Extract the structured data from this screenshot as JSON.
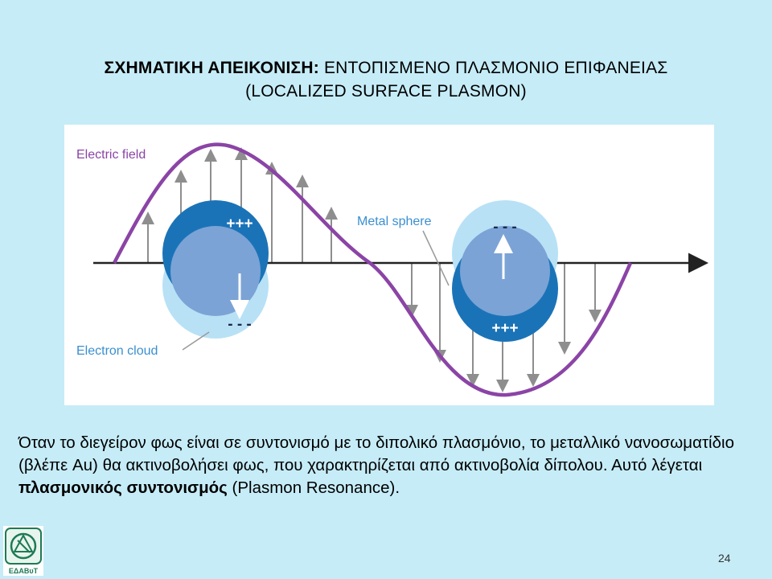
{
  "title": {
    "bold": "ΣΧΗΜΑΤΙΚΗ ΑΠΕΙΚΟΝΙΣΗ:",
    "rest": " ΕΝΤΟΠΙΣΜΕΝΟ ΠΛΑΣΜΟΝΙΟ ΕΠΙΦΑΝΕΙΑΣ",
    "line2": "(LOCALIZED SURFACE PLASMON)"
  },
  "diagram": {
    "labels": {
      "electric_field": "Electric field",
      "metal_sphere": "Metal sphere",
      "electron_cloud": "Electron cloud"
    },
    "left_sphere": {
      "top_charge": "+++",
      "bottom_charge": "- - -"
    },
    "right_sphere": {
      "top_charge": "- - -",
      "bottom_charge": "+++"
    },
    "colors": {
      "wave": "#8b44a6",
      "axis": "#222222",
      "field_arrows": "#8e8e8e",
      "electron_cloud": "#b8e1f6",
      "charge_band": "#1b73b7",
      "metal_sphere": "#7ba3d6"
    }
  },
  "paragraph": {
    "part1": "Όταν το διεγείρον φως είναι σε συντονισμό με το διπολικό πλασμόνιο, το μεταλλικό νανοσωματίδιο (βλέπε Au) θα ακτινοβολήσει φως, που χαρακτηρίζεται από ακτινοβολία δίπολου. Αυτό λέγεται ",
    "bold": "πλασμονικός συντονισμός",
    "part2": " (Plasmon Resonance)."
  },
  "logo": {
    "text": "ΕΔΑΒυΤ"
  },
  "page_number": "24"
}
